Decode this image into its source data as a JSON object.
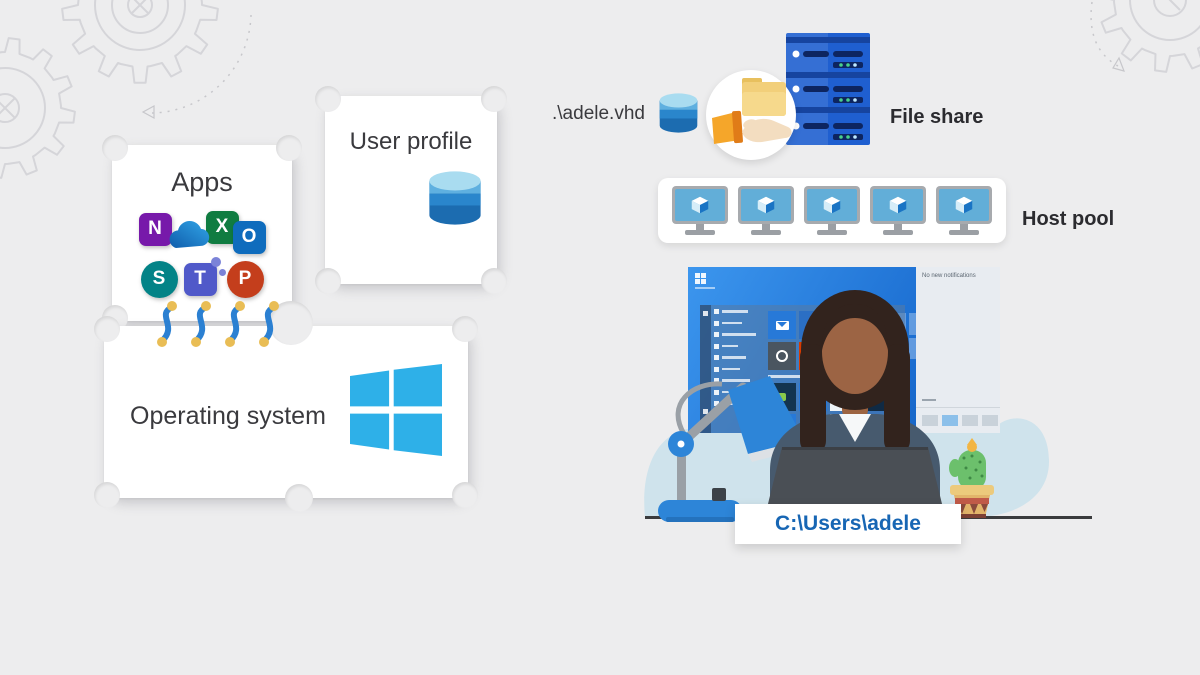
{
  "labels": {
    "apps": "Apps",
    "user_profile": "User profile",
    "operating_system": "Operating system",
    "vhd_path": ".\\adele.vhd",
    "file_share": "File share",
    "host_pool": "Host pool",
    "user_profile_dir": "C:\\Users\\adele",
    "action_center_header": "No new notifications"
  },
  "apps": {
    "items": [
      {
        "id": "onenote",
        "letter": "N",
        "color": "#7719aa"
      },
      {
        "id": "onedrive",
        "letter": "",
        "color": "#1b86d8"
      },
      {
        "id": "excel",
        "letter": "X",
        "color": "#107c41"
      },
      {
        "id": "outlook",
        "letter": "O",
        "color": "#0f6cbd"
      },
      {
        "id": "sharepoint",
        "letter": "S",
        "color": "#038387"
      },
      {
        "id": "teams",
        "letter": "T",
        "color": "#5059c9"
      },
      {
        "id": "powerpoint",
        "letter": "P",
        "color": "#c43e1c"
      }
    ]
  },
  "host_pool": {
    "vm_count": 5
  },
  "colors": {
    "background": "#ededee",
    "windows_blue": "#2eb0e8",
    "path_text_blue": "#1766b4",
    "disk_blue": "#2a86cc",
    "server_blue": "#1f5fd0",
    "connector_blue": "#2b80d2",
    "connector_dot_gold": "#e9bd55"
  }
}
